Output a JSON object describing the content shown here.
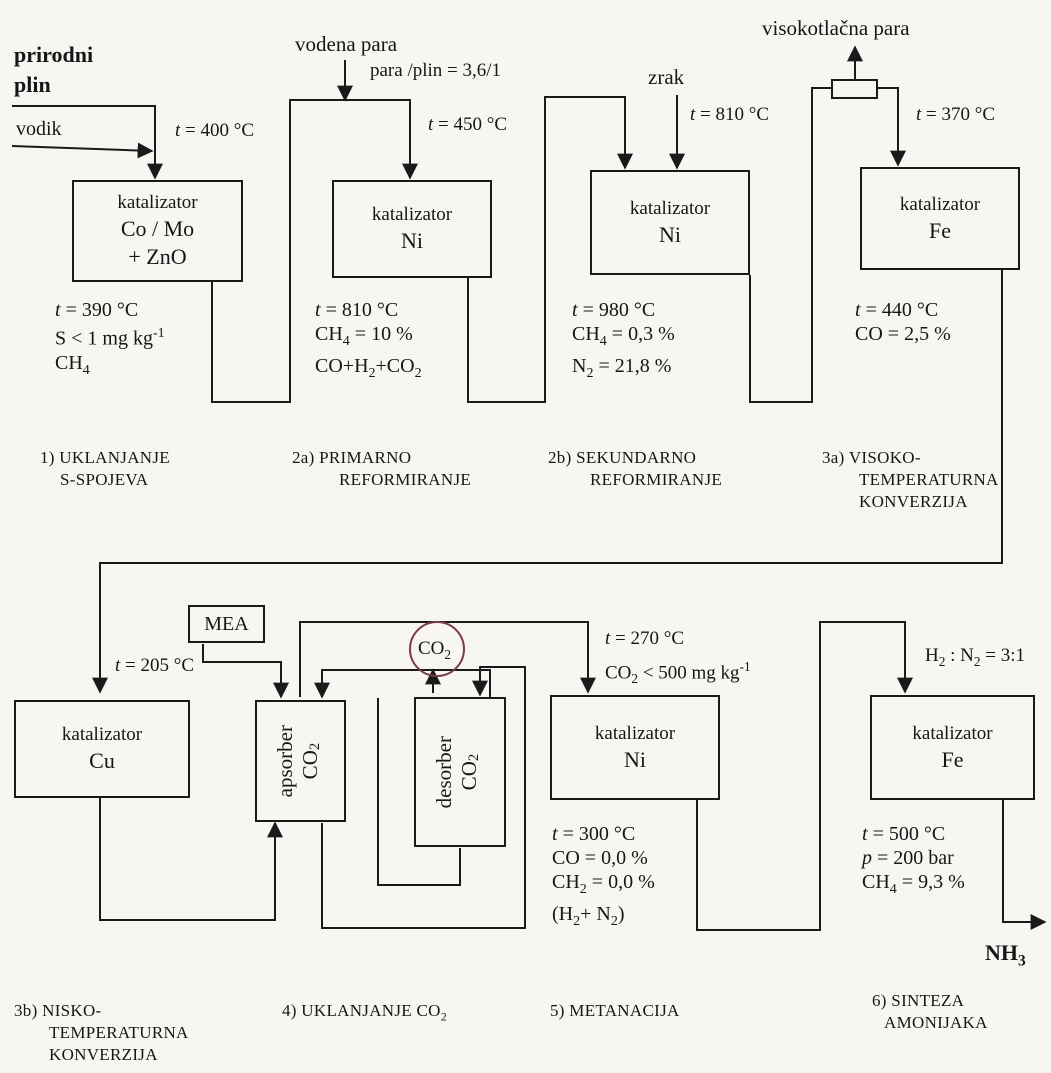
{
  "inputs": {
    "prirodni": "prirodni",
    "plin": "plin",
    "vodik": "vodik",
    "vodena_para": "vodena para",
    "ratio": "para /plin = 3,6/1",
    "zrak": "zrak",
    "visokotlacna": "visokotlačna para",
    "mea": "MEA",
    "co2_out": "CO",
    "co2_sub": "2",
    "h2n2_ratio_a": "H",
    "h2n2_ratio_b": "2",
    "h2n2_ratio_c": " : N",
    "h2n2_ratio_d": "2",
    "h2n2_ratio_e": " = 3:1",
    "nh3": "NH",
    "nh3_sub": "3"
  },
  "temps": {
    "t400": " = 400 °C",
    "t450": " = 450 °C",
    "t810": " = 810 °C",
    "t370": " = 370 °C",
    "t205": " = 205 °C",
    "t270": " = 270 °C",
    "co2_limit_a": "CO",
    "co2_limit_b": "2",
    "co2_limit_c": " < 500 mg kg",
    "co2_limit_d": "-1"
  },
  "boxes": {
    "b1": {
      "l1": "katalizator",
      "l2": "Co / Mo",
      "l3": "+ ZnO"
    },
    "b2": {
      "l1": "katalizator",
      "l2": "Ni"
    },
    "b3": {
      "l1": "katalizator",
      "l2": "Ni"
    },
    "b4": {
      "l1": "katalizator",
      "l2": "Fe"
    },
    "b5": {
      "l1": "katalizator",
      "l2": "Cu"
    },
    "b6": {
      "l1": "apsorber",
      "l2": "CO",
      "l2sub": "2"
    },
    "b7": {
      "l1": "desorber",
      "l2": "CO",
      "l2sub": "2"
    },
    "b8": {
      "l1": "katalizator",
      "l2": "Ni"
    },
    "b9": {
      "l1": "katalizator",
      "l2": "Fe"
    }
  },
  "conditions": {
    "c1": {
      "a": " = 390 °C",
      "b": "S < 1 mg kg",
      "b_sup": "-1",
      "c": "CH",
      "c_sub": "4"
    },
    "c2": {
      "a": " = 810 °C",
      "b": "CH",
      "b_sub": "4",
      "b2": " = 10 %",
      "c": "CO+H",
      "c_sub": "2",
      "c2": "+CO",
      "c_sub2": "2"
    },
    "c3": {
      "a": " = 980 °C",
      "b": "CH",
      "b_sub": "4",
      "b2": " = 0,3 %",
      "c": "N",
      "c_sub": "2",
      "c2": " = 21,8 %"
    },
    "c4": {
      "a": " = 440 °C",
      "b": "CO = 2,5 %"
    },
    "c8": {
      "a": " = 300 °C",
      "b": "CO = 0,0 %",
      "c": "CH",
      "c_sub": "2",
      "c2": " = 0,0 %",
      "d": "(H",
      "d_sub": "2",
      "d2": "+ N",
      "d_sub2": "2",
      "d3": ")"
    },
    "c9": {
      "a": " = 500 °C",
      "b": " = 200 bar",
      "c": "CH",
      "c_sub": "4",
      "c2": " = 9,3 %"
    }
  },
  "steps": {
    "s1": {
      "a": "1) UKLANJANJE",
      "b": "S-SPOJEVA"
    },
    "s2a": {
      "a": "2a) PRIMARNO",
      "b": "REFORMIRANJE"
    },
    "s2b": {
      "a": "2b) SEKUNDARNO",
      "b": "REFORMIRANJE"
    },
    "s3a": {
      "a": "3a) VISOKO-",
      "b": "TEMPERATURNA",
      "c": "KONVERZIJA"
    },
    "s3b": {
      "a": "3b) NISKO-",
      "b": "TEMPERATURNA",
      "c": "KONVERZIJA"
    },
    "s4": {
      "a": "4) UKLANJANJE CO",
      "a_sub": "2"
    },
    "s5": {
      "a": "5) METANACIJA"
    },
    "s6": {
      "a": "6) SINTEZA",
      "b": "AMONIJAKA"
    }
  },
  "symbols": {
    "t": "t",
    "p": "p"
  },
  "colors": {
    "ink": "#1a1a1a",
    "paper": "#f7f6f2",
    "circle": "#7a3a4a"
  }
}
